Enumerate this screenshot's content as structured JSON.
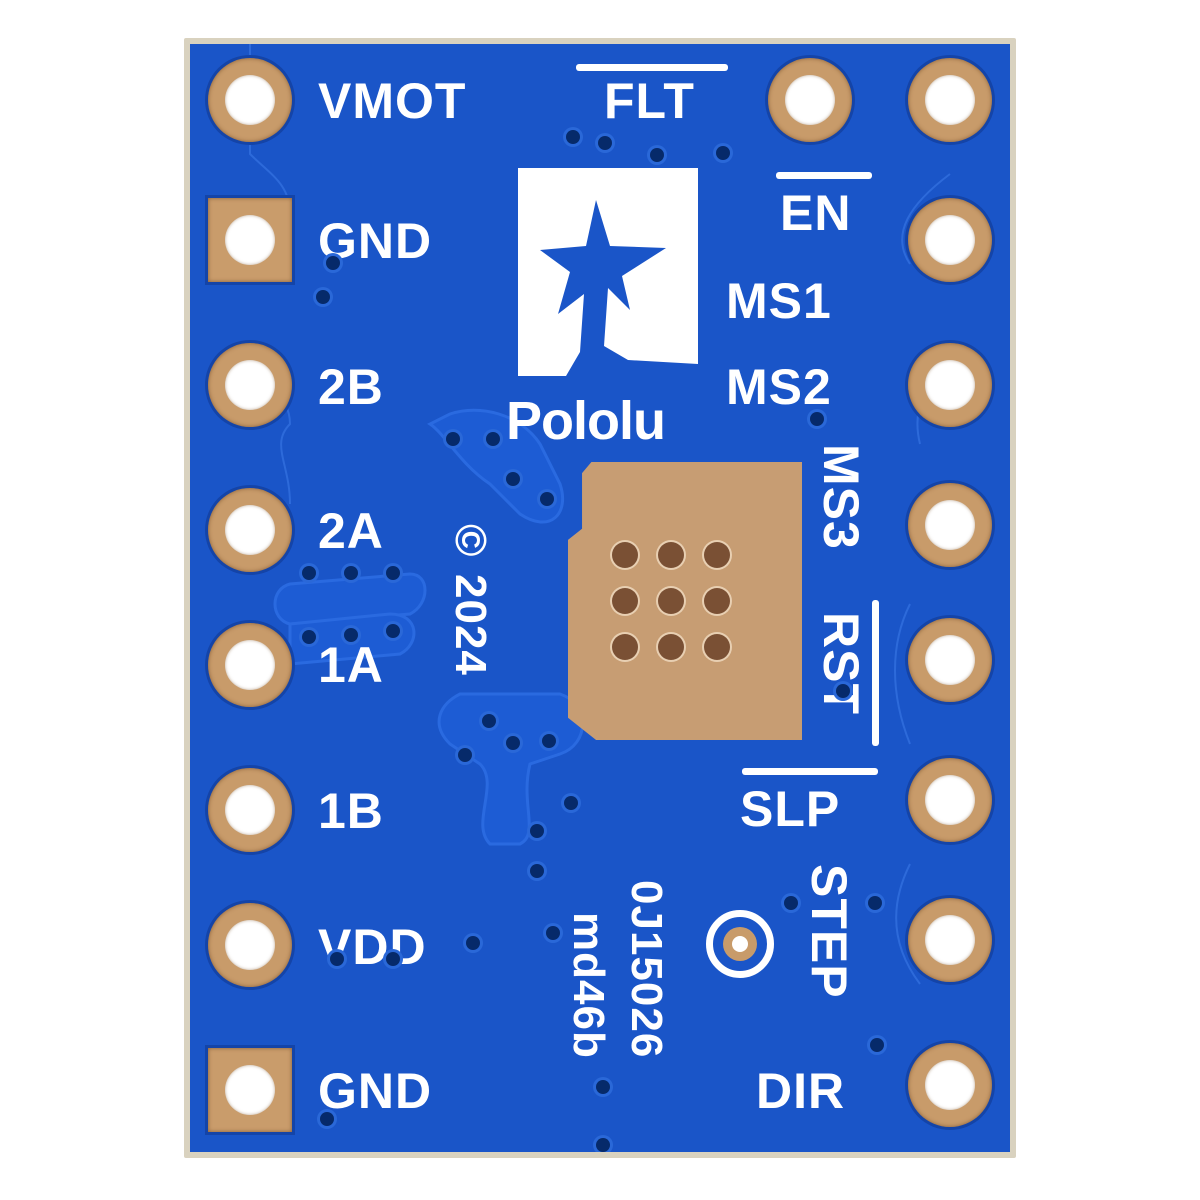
{
  "board": {
    "brand": "Pololu",
    "copyright_symbol": "©",
    "copyright_year": "2024",
    "serial_line1": "0J15026",
    "serial_line2": "md46b",
    "colors": {
      "solder_mask": "#1a55c8",
      "silkscreen": "#ffffff",
      "copper_pad": "#c89b6a",
      "board_edge": "#d9d2bf",
      "background": "#ffffff"
    }
  },
  "left_pins": [
    {
      "label": "VMOT",
      "shape": "round"
    },
    {
      "label": "GND",
      "shape": "square"
    },
    {
      "label": "2B",
      "shape": "round"
    },
    {
      "label": "2A",
      "shape": "round"
    },
    {
      "label": "1A",
      "shape": "round"
    },
    {
      "label": "1B",
      "shape": "round"
    },
    {
      "label": "VDD",
      "shape": "round"
    },
    {
      "label": "GND",
      "shape": "square"
    }
  ],
  "right_pins": [
    {
      "label": "FLT",
      "overbar": true
    },
    {
      "label": "EN",
      "overbar": true
    },
    {
      "label": "MS1",
      "overbar": false
    },
    {
      "label": "MS2",
      "overbar": false
    },
    {
      "label": "MS3",
      "overbar": false
    },
    {
      "label": "RST",
      "overbar": true
    },
    {
      "label": "SLP",
      "overbar": true
    },
    {
      "label": "STEP",
      "overbar": false
    },
    {
      "label": "DIR",
      "overbar": false
    }
  ]
}
